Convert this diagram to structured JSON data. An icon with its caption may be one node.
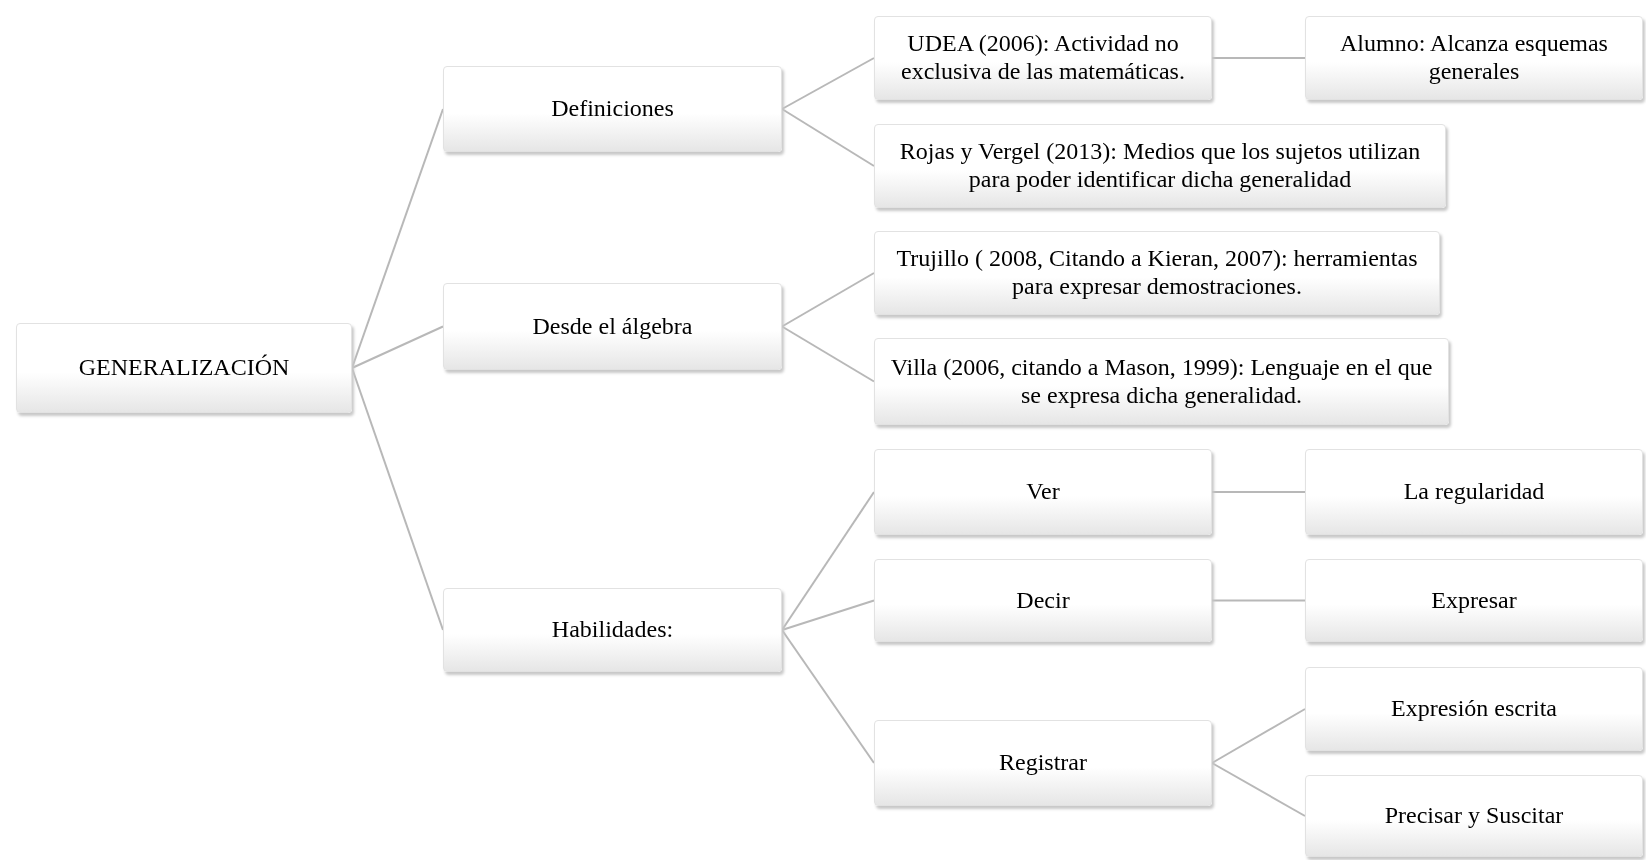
{
  "diagram": {
    "nodes": [
      {
        "text": [
          "GENERALIZACIÓN"
        ]
      },
      {
        "text": [
          "Definiciones"
        ]
      },
      {
        "text": [
          "Desde el álgebra"
        ]
      },
      {
        "text": [
          "Habilidades:"
        ]
      },
      {
        "text": [
          "UDEA (2006): Actividad no exclusiva de las matemáticas."
        ]
      },
      {
        "text": [
          "Alumno: Alcanza esquemas generales"
        ]
      },
      {
        "text": [
          "Rojas y Vergel (2013): Medios que los sujetos utilizan para poder identificar dicha generalidad"
        ]
      },
      {
        "text": [
          "Trujillo ( 2008, Citando a Kieran, 2007): herramientas para expresar demostraciones."
        ]
      },
      {
        "text": [
          "Villa (2006, citando a Mason, 1999): Lenguaje en el que se expresa dicha generalidad."
        ]
      },
      {
        "text": [
          "Ver"
        ]
      },
      {
        "text": [
          "La regularidad"
        ]
      },
      {
        "text": [
          "Decir"
        ]
      },
      {
        "text": [
          "Expresar"
        ]
      },
      {
        "text": [
          "Registrar"
        ]
      },
      {
        "text": [
          "Expresión escrita"
        ]
      },
      {
        "text": [
          "Precisar y Suscitar"
        ]
      }
    ],
    "edges": [
      {
        "from": 0,
        "to": 1,
        "arrow": "none"
      },
      {
        "from": 0,
        "to": 2,
        "arrow": "none"
      },
      {
        "from": 0,
        "to": 3,
        "arrow": "none"
      },
      {
        "from": 1,
        "to": 4,
        "arrow": "none"
      },
      {
        "from": 4,
        "to": 5,
        "arrow": "none"
      },
      {
        "from": 1,
        "to": 6,
        "arrow": "none"
      },
      {
        "from": 2,
        "to": 7,
        "arrow": "none"
      },
      {
        "from": 2,
        "to": 8,
        "arrow": "none"
      },
      {
        "from": 3,
        "to": 9,
        "arrow": "none"
      },
      {
        "from": 9,
        "to": 10,
        "arrow": "none"
      },
      {
        "from": 3,
        "to": 11,
        "arrow": "none"
      },
      {
        "from": 11,
        "to": 12,
        "arrow": "none"
      },
      {
        "from": 3,
        "to": 13,
        "arrow": "none"
      },
      {
        "from": 13,
        "to": 14,
        "arrow": "none"
      },
      {
        "from": 13,
        "to": 15,
        "arrow": "none"
      }
    ]
  }
}
